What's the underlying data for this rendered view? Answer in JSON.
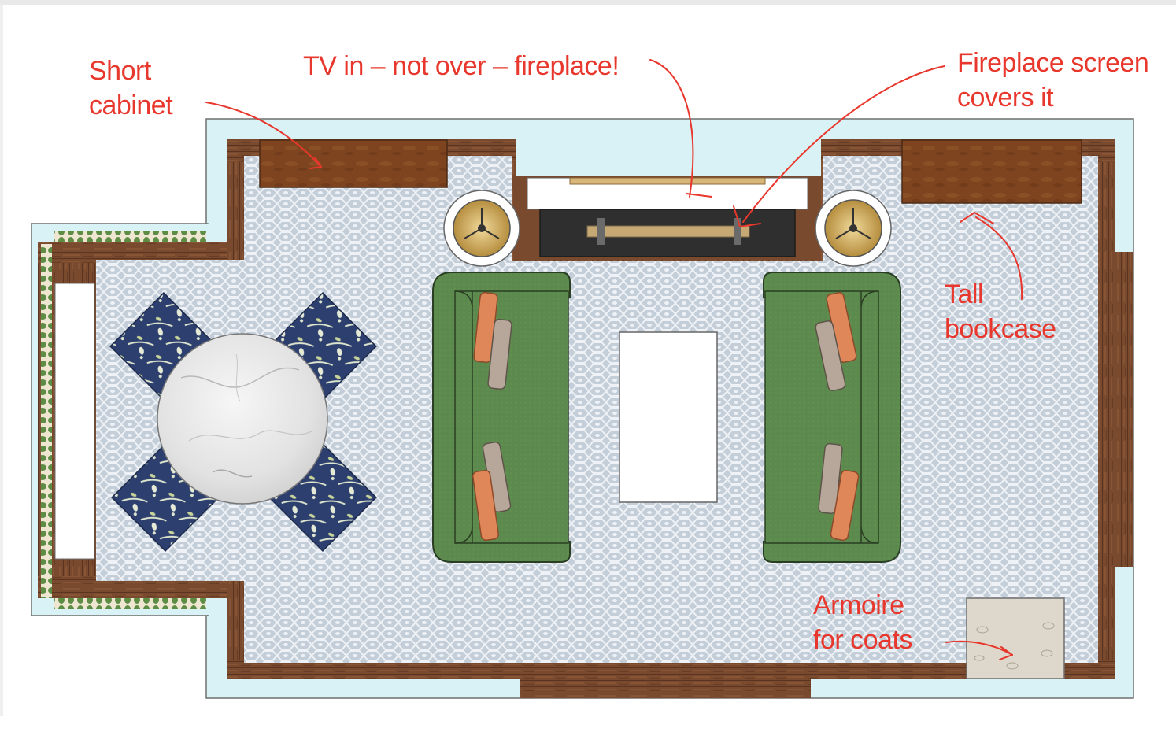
{
  "labels": {
    "short_cabinet": [
      "Short",
      "cabinet"
    ],
    "tv": "TV in – not over – fireplace!",
    "fireplace_screen": [
      "Fireplace screen",
      "covers it"
    ],
    "tall_bookcase": [
      "Tall",
      "bookcase"
    ],
    "armoire": [
      "Armoire",
      "for coats"
    ]
  },
  "colors": {
    "annotation": "#e8372c",
    "wall": "#d9f2f5",
    "wall_outline": "#6f6f6f",
    "floor": "#7a4a2e",
    "rug": "#b9c6d3",
    "sofa": "#5c8a4e",
    "pillow": "#e0875a",
    "pillow_alt": "#b7a79a",
    "cabinet": "#7e4420",
    "chair": "#2d3f6e",
    "table": "#e8e8e8",
    "lamp": "#d9b56f",
    "firebox": "#2f2f2f",
    "armoire": "#ddd8cb",
    "hedge": "#5d8d45"
  },
  "icons": [
    "lamp-icon",
    "marble-table-icon",
    "chair-icon",
    "sofa-icon"
  ]
}
